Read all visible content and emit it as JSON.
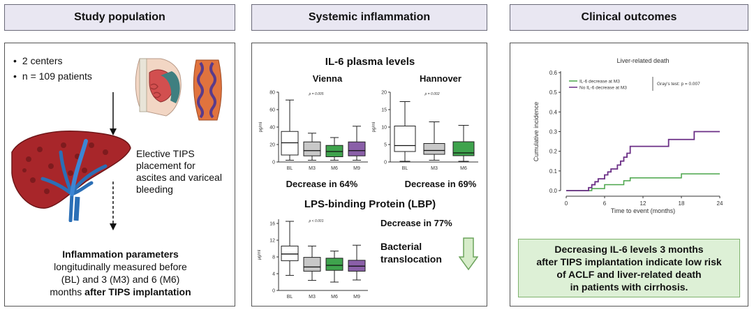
{
  "headers": {
    "left": "Study population",
    "middle": "Systemic inflammation",
    "right": "Clinical outcomes"
  },
  "left": {
    "bullets": [
      "2 centers",
      "n = 109 patients"
    ],
    "tips_text": [
      "Elective TIPS",
      "placement for",
      "ascites and variceal",
      "bleeding"
    ],
    "inflammation_title": "Inflammation parameters",
    "inflammation_lines": [
      "longitudinally measured before",
      "(BL) and 3 (M3) and 6 (M6)",
      "months after TIPS implantation"
    ],
    "inflammation_bold_part": "after TIPS implantation"
  },
  "middle": {
    "il6_title": "IL-6 plasma levels",
    "vienna": {
      "title": "Vienna",
      "pvalue": "p = 0.005",
      "ylabel": "pg/ml",
      "yticks": [
        "0",
        "20",
        "40",
        "60",
        "80"
      ],
      "categories": [
        "BL",
        "M3",
        "M6",
        "M9"
      ],
      "decrease_label": "Decrease",
      "decrease_value": "in 64%"
    },
    "hannover": {
      "title": "Hannover",
      "pvalue": "p = 0.002",
      "ylabel": "pg/ml",
      "yticks": [
        "0",
        "5",
        "10",
        "15",
        "20"
      ],
      "categories": [
        "BL",
        "M3",
        "M6"
      ],
      "decrease_label": "Decrease",
      "decrease_value": "in 69%"
    },
    "lbp_title": "LPS-binding Protein (LBP)",
    "lbp": {
      "pvalue": "p < 0.001",
      "ylabel": "µg/ml",
      "yticks": [
        "0",
        "4",
        "8",
        "12",
        "16"
      ],
      "categories": [
        "BL",
        "M3",
        "M6",
        "M9"
      ],
      "decrease_label": "Decrease",
      "decrease_value": "in 77%"
    },
    "bacterial_line1": "Bacterial",
    "bacterial_line2": "translocation"
  },
  "right": {
    "chart_title": "Liver-related death",
    "legend": [
      "IL-6 decrease at M3",
      "No IL-6 decrease at M3"
    ],
    "grays_test": "Gray's test: p = 0.007",
    "ylabel": "Cumulative incidence",
    "xlabel": "Time to event (months)",
    "xticks": [
      "0",
      "6",
      "12",
      "18",
      "24"
    ],
    "yticks": [
      "0.0",
      "0.1",
      "0.2",
      "0.3",
      "0.4",
      "0.5",
      "0.6"
    ],
    "conclusion": [
      "Decreasing IL-6 levels 3 months",
      "after TIPS implantation indicate low risk",
      "of ACLF and liver-related death",
      "in patients with cirrhosis."
    ]
  },
  "colors": {
    "grey_box": "#c8c8c8",
    "green_box": "#3fa34d",
    "purple_box": "#8a5fa8",
    "purple_line": "#6b2f86",
    "green_line": "#4aa54a",
    "arrow_green": "#d6ecc9"
  },
  "chart_data": [
    {
      "type": "box",
      "title": "Vienna",
      "categories": [
        "BL",
        "M3",
        "M6",
        "M9"
      ],
      "boxes": [
        {
          "min": 2,
          "q1": 8,
          "median": 22,
          "q3": 35,
          "max": 71
        },
        {
          "min": 2,
          "q1": 7,
          "median": 13,
          "q3": 23,
          "max": 33
        },
        {
          "min": 2,
          "q1": 6,
          "median": 12,
          "q3": 19,
          "max": 28
        },
        {
          "min": 2,
          "q1": 7,
          "median": 13,
          "q3": 23,
          "max": 41
        }
      ],
      "ylim": [
        0,
        80
      ]
    },
    {
      "type": "box",
      "title": "Hannover",
      "categories": [
        "BL",
        "M3",
        "M6"
      ],
      "boxes": [
        {
          "min": 0.2,
          "q1": 3,
          "median": 4.7,
          "q3": 10.3,
          "max": 17.3
        },
        {
          "min": 0.5,
          "q1": 2.2,
          "median": 3.3,
          "q3": 5.3,
          "max": 11.5
        },
        {
          "min": 0.2,
          "q1": 1.8,
          "median": 2.6,
          "q3": 5.8,
          "max": 10.5
        }
      ],
      "ylim": [
        0,
        20
      ]
    },
    {
      "type": "box",
      "title": "LPS-binding Protein (LBP)",
      "categories": [
        "BL",
        "M3",
        "M6",
        "M9"
      ],
      "boxes": [
        {
          "min": 3.6,
          "q1": 7.1,
          "median": 8.7,
          "q3": 10.6,
          "max": 16.5
        },
        {
          "min": 2.4,
          "q1": 4.6,
          "median": 5.6,
          "q3": 7.9,
          "max": 10.6
        },
        {
          "min": 2,
          "q1": 4.8,
          "median": 6,
          "q3": 7.7,
          "max": 9.4
        },
        {
          "min": 2.5,
          "q1": 4.6,
          "median": 5.8,
          "q3": 7.2,
          "max": 10.8
        }
      ],
      "ylim": [
        0,
        17
      ]
    },
    {
      "type": "line",
      "title": "Liver-related death",
      "xlabel": "Time to event (months)",
      "ylabel": "Cumulative incidence",
      "xlim": [
        0,
        24
      ],
      "ylim": [
        0,
        0.6
      ],
      "series": [
        {
          "name": "IL-6 decrease at M3",
          "x": [
            0,
            4,
            6,
            9,
            10,
            18,
            24
          ],
          "y": [
            0,
            0.01,
            0.03,
            0.05,
            0.065,
            0.085,
            0.085
          ]
        },
        {
          "name": "No IL-6 decrease at M3",
          "x": [
            0,
            3.5,
            4,
            4.5,
            5,
            6,
            6.5,
            7,
            8,
            8.5,
            9,
            9.5,
            10,
            13,
            16,
            20,
            24
          ],
          "y": [
            0,
            0.015,
            0.03,
            0.045,
            0.06,
            0.08,
            0.095,
            0.11,
            0.13,
            0.15,
            0.17,
            0.19,
            0.225,
            0.225,
            0.26,
            0.3,
            0.3
          ]
        }
      ]
    }
  ]
}
